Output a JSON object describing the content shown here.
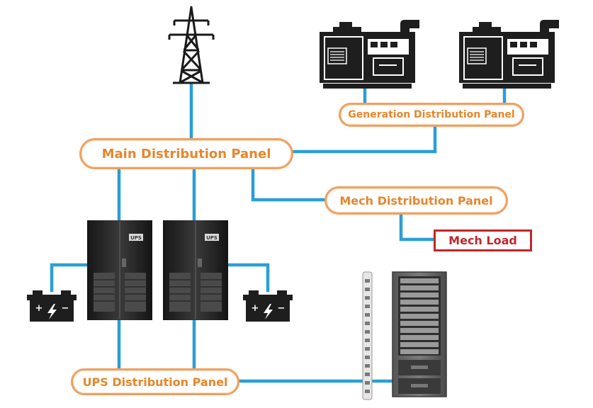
{
  "panels": {
    "main": "Main Distribution Panel",
    "generation": "Generation Distribution Panel",
    "mech": "Mech Distribution Panel",
    "ups": "UPS Distribution Panel"
  },
  "loads": {
    "mech": "Mech Load"
  },
  "ups_badge": "UPS",
  "colors": {
    "wire": "#2a9fd6",
    "panel_border": "#f0a060",
    "panel_text": "#e8862b",
    "load_border": "#c0262b",
    "equipment": "#1e1e1e"
  },
  "icons": [
    "transmission-tower-icon",
    "generator-icon",
    "ups-cabinet-icon",
    "battery-icon",
    "server-rack-icon",
    "pdu-strip-icon"
  ]
}
